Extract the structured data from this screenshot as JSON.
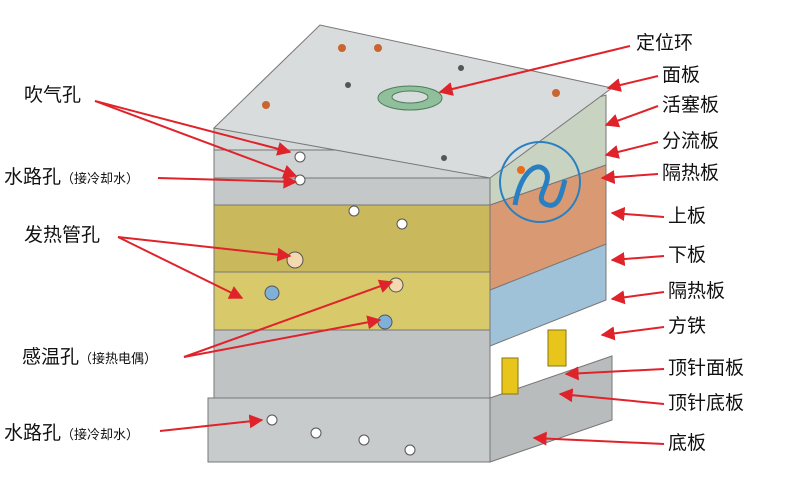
{
  "labels": {
    "left": [
      {
        "name": "blow-hole",
        "text": "吹气孔",
        "sub": ""
      },
      {
        "name": "water-hole-top",
        "text": "水路孔",
        "sub": "（接冷却水）"
      },
      {
        "name": "heater-hole",
        "text": "发热管孔",
        "sub": ""
      },
      {
        "name": "sensor-hole",
        "text": "感温孔",
        "sub": "（接热电偶）"
      },
      {
        "name": "water-hole-bottom",
        "text": "水路孔",
        "sub": "（接冷却水）"
      }
    ],
    "right": [
      {
        "name": "locating-ring",
        "text": "定位环"
      },
      {
        "name": "top-clamp-plate",
        "text": "面板"
      },
      {
        "name": "piston-plate",
        "text": "活塞板"
      },
      {
        "name": "manifold-plate",
        "text": "分流板"
      },
      {
        "name": "insulation-plate-top",
        "text": "隔热板"
      },
      {
        "name": "upper-plate",
        "text": "上板"
      },
      {
        "name": "lower-plate",
        "text": "下板"
      },
      {
        "name": "insulation-plate-bottom",
        "text": "隔热板"
      },
      {
        "name": "spacer-block",
        "text": "方铁"
      },
      {
        "name": "ejector-retainer-plate",
        "text": "顶针面板"
      },
      {
        "name": "ejector-base-plate",
        "text": "顶针底板"
      },
      {
        "name": "bottom-clamp-plate",
        "text": "底板"
      }
    ]
  },
  "colors": {
    "arrow": "#e0232a",
    "face_plate": "#d9dcdc",
    "yellow_plate": "#c9b85c",
    "orange_plate": "#d99a73",
    "blue_plate": "#9fc2d8",
    "gray_plate": "#bfc3c3",
    "spring": "#e8c51a",
    "logo": "#2a7fc1"
  },
  "icons": {
    "logo": "circular-logo-icon"
  }
}
